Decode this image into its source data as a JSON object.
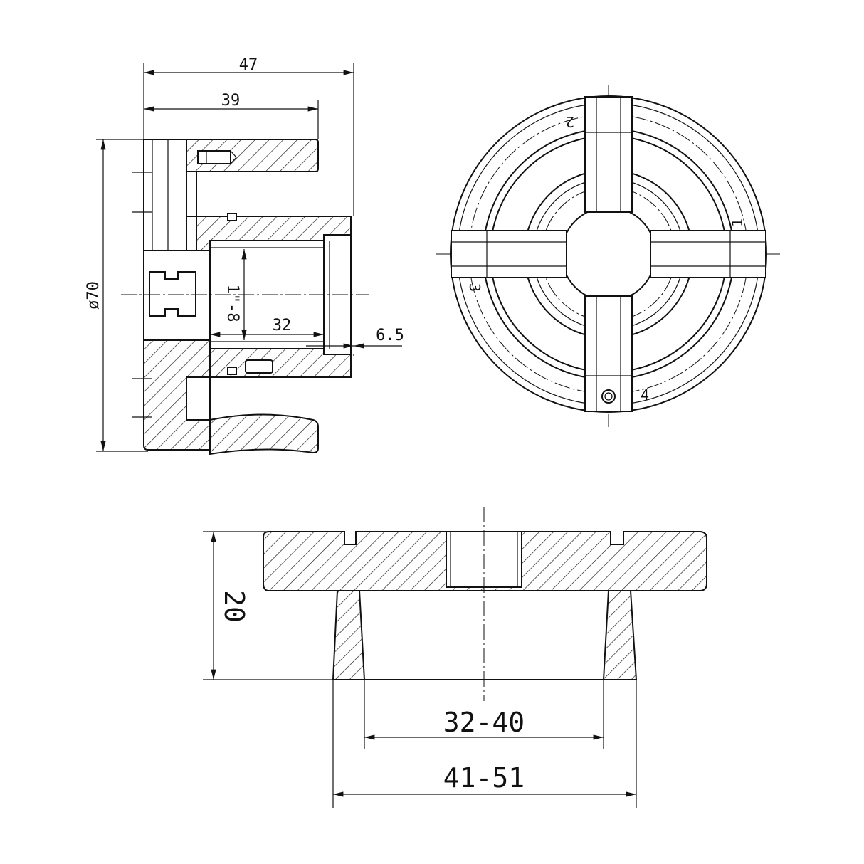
{
  "side_view": {
    "dim_overall_length": "47",
    "dim_shoulder_length": "39",
    "dim_diameter": "ø70",
    "thread_label": "1\"-8",
    "dim_bore_depth": "32",
    "dim_recess": "6.5"
  },
  "front_view": {
    "jaw_numbers": [
      "1",
      "2",
      "3",
      "4"
    ]
  },
  "section_view": {
    "dim_height": "20",
    "dim_inner_range": "32-40",
    "dim_outer_range": "41-51"
  },
  "colors": {
    "line": "#111111",
    "background": "#ffffff"
  }
}
